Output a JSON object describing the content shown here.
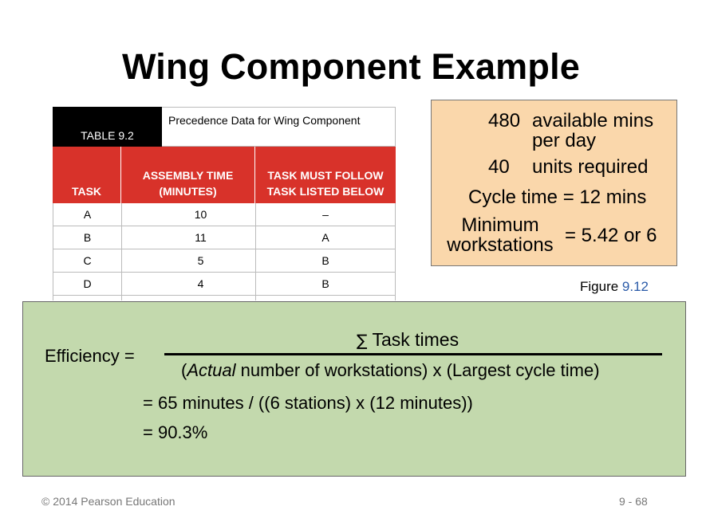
{
  "slide": {
    "title": "Wing Component Example"
  },
  "table": {
    "label": "TABLE 9.2",
    "caption": "Precedence Data for Wing Component",
    "headers": [
      "TASK",
      "ASSEMBLY TIME (MINUTES)",
      "TASK MUST FOLLOW TASK LISTED BELOW"
    ],
    "rows": [
      [
        "A",
        "10",
        "–"
      ],
      [
        "B",
        "11",
        "A"
      ],
      [
        "C",
        "5",
        "B"
      ],
      [
        "D",
        "4",
        "B"
      ]
    ]
  },
  "info_box": {
    "available_num": "480",
    "available_text": "available mins per day",
    "units_num": "40",
    "units_text": "units required",
    "cycle_time": "Cycle time = 12 mins",
    "min_workstations_label": "Minimum workstations",
    "min_workstations_value": "= 5.42 or 6"
  },
  "figure": {
    "prefix": "Figure ",
    "number": "9.12"
  },
  "efficiency": {
    "label": "Efficiency =",
    "sigma": "∑",
    "numerator": " Task times",
    "denominator_open": "(",
    "denominator_italic": "Actual",
    "denominator_rest": " number of workstations) x (Largest cycle time)",
    "line1": "= 65 minutes / ((6 stations) x (12 minutes))",
    "line2": "= 90.3%"
  },
  "footer": {
    "copyright": "© 2014 Pearson Education",
    "page": "9 - 68"
  }
}
